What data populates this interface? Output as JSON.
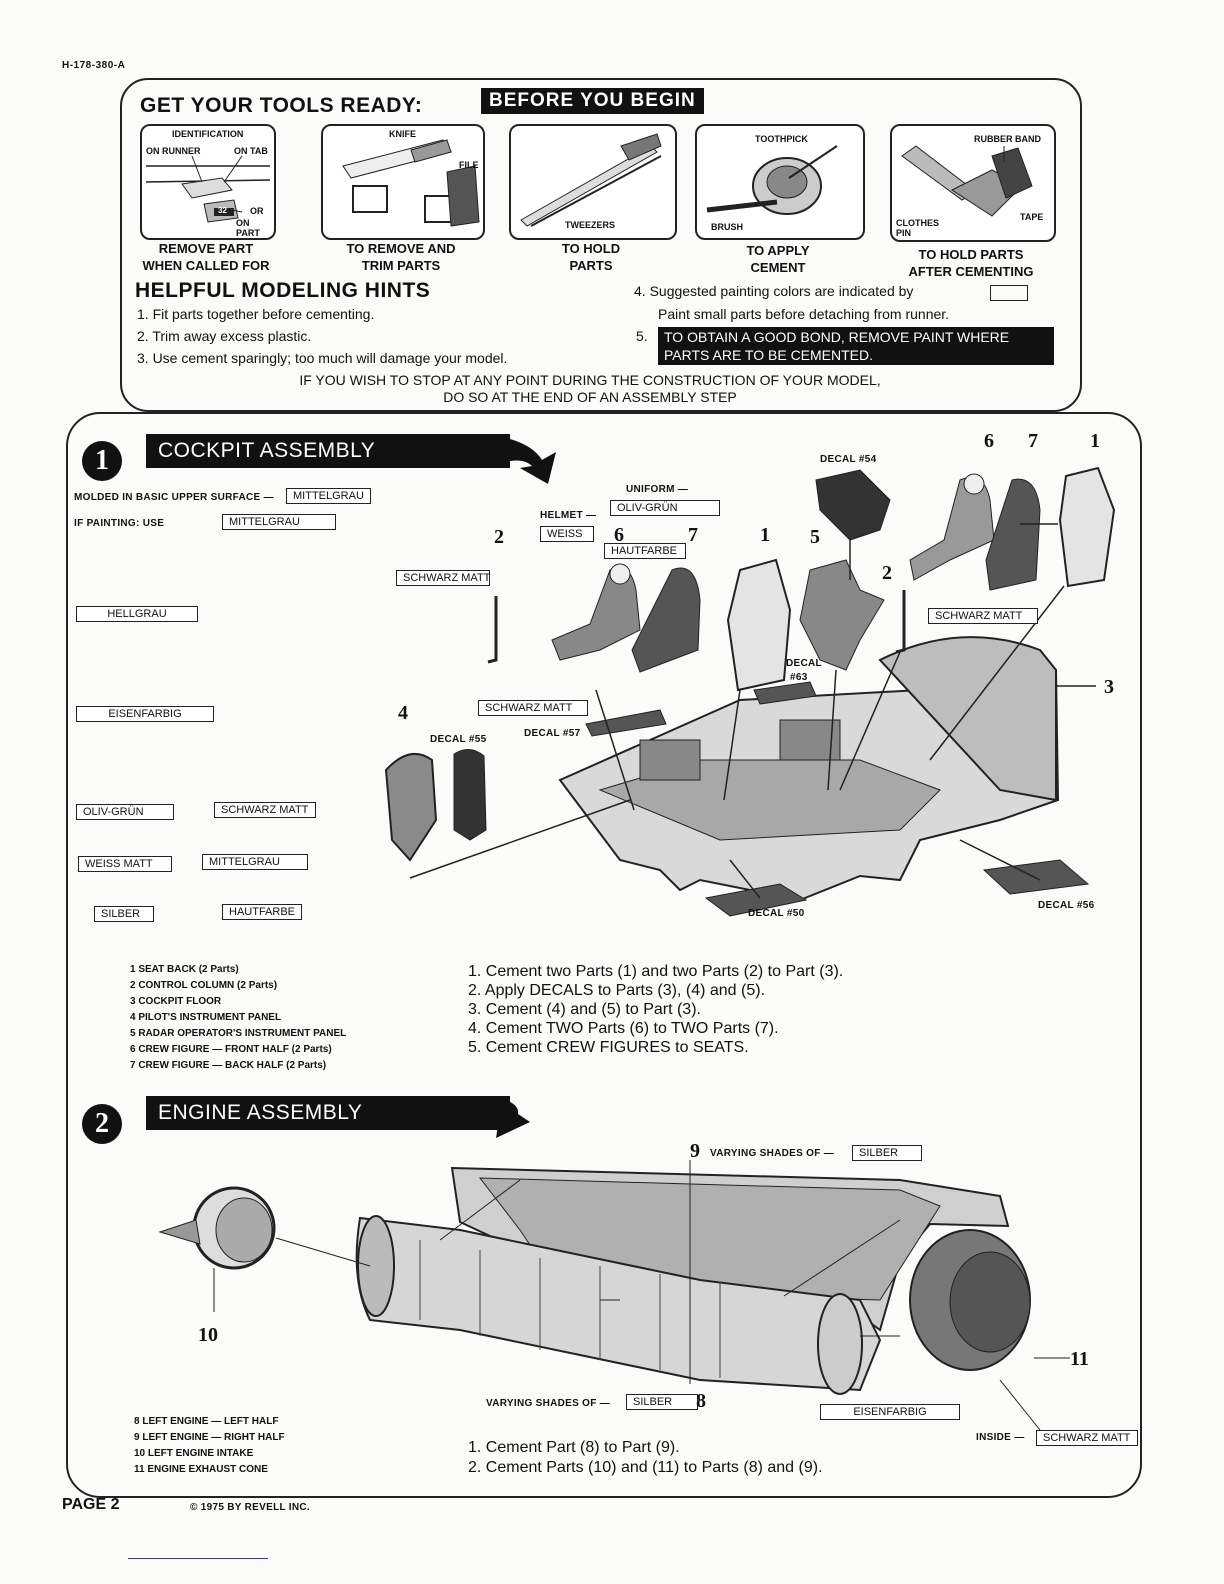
{
  "header": {
    "code": "H-178-380-A"
  },
  "tools": {
    "title": "GET YOUR TOOLS READY:",
    "banner": "BEFORE YOU BEGIN",
    "items": [
      {
        "labels": [
          "IDENTIFICATION",
          "ON RUNNER",
          "ON TAB",
          "OR",
          "ON PART"
        ],
        "caption": [
          "REMOVE PART",
          "WHEN CALLED FOR"
        ]
      },
      {
        "labels": [
          "KNIFE",
          "FILE"
        ],
        "caption": [
          "TO REMOVE AND",
          "TRIM PARTS"
        ]
      },
      {
        "labels": [
          "TWEEZERS"
        ],
        "caption": [
          "TO HOLD",
          "PARTS"
        ]
      },
      {
        "labels": [
          "TOOTHPICK",
          "BRUSH"
        ],
        "caption": [
          "TO APPLY",
          "CEMENT"
        ]
      },
      {
        "labels": [
          "RUBBER BAND",
          "CLOTHES PIN",
          "TAPE"
        ],
        "caption": [
          "TO HOLD PARTS",
          "AFTER CEMENTING"
        ]
      }
    ],
    "tab_number": "32"
  },
  "hints": {
    "title": "HELPFUL MODELING HINTS",
    "items": [
      "1. Fit parts together before cementing.",
      "2. Trim away excess plastic.",
      "3. Use cement sparingly; too much will damage your model.",
      "4. Suggested painting colors are indicated by",
      "Paint small parts before detaching from runner.",
      "5."
    ],
    "bond_line1": "TO OBTAIN A GOOD BOND, REMOVE PAINT WHERE",
    "bond_line2": "PARTS ARE TO BE CEMENTED.",
    "stop_line1": "IF YOU WISH TO STOP AT ANY POINT DURING THE CONSTRUCTION OF YOUR MODEL,",
    "stop_line2": "DO SO AT THE END OF AN ASSEMBLY STEP"
  },
  "step1": {
    "number": "1",
    "title": "COCKPIT ASSEMBLY",
    "molded_text": "MOLDED IN BASIC UPPER SURFACE —",
    "molded_color": "MITTELGRAU",
    "if_painting": "IF PAINTING: USE",
    "if_painting_color": "MITTELGRAU",
    "swatches": [
      "HELLGRAU",
      "EISENFARBIG",
      "OLIV-GRÜN",
      "SCHWARZ MATT",
      "WEISS MATT",
      "MITTELGRAU",
      "SILBER",
      "HAUTFARBE"
    ],
    "callouts": {
      "uniform": "UNIFORM —",
      "uniform_color": "OLIV-GRÜN",
      "helmet": "HELMET —",
      "helmet_color": "WEISS",
      "skin_color": "HAUTFARBE",
      "black1": "SCHWARZ MATT",
      "black2": "SCHWARZ MATT",
      "black3": "SCHWARZ MATT",
      "decal54": "DECAL #54",
      "decal63a": "DECAL",
      "decal63b": "#63",
      "decal55": "DECAL #55",
      "decal57": "DECAL #57",
      "decal50": "DECAL #50",
      "decal56": "DECAL #56"
    },
    "part_numbers": [
      "2",
      "6",
      "7",
      "1",
      "5",
      "4",
      "3",
      "6",
      "7",
      "1",
      "2"
    ],
    "parts_list": [
      "1   SEAT BACK (2 Parts)",
      "2   CONTROL COLUMN (2 Parts)",
      "3   COCKPIT FLOOR",
      "4   PILOT'S INSTRUMENT PANEL",
      "5   RADAR OPERATOR'S INSTRUMENT PANEL",
      "6   CREW FIGURE — FRONT HALF (2 Parts)",
      "7   CREW FIGURE — BACK HALF (2 Parts)"
    ],
    "instructions": [
      "1.  Cement two Parts (1) and two Parts (2) to Part (3).",
      "2.  Apply DECALS to Parts (3), (4) and (5).",
      "3.  Cement (4) and (5) to Part (3).",
      "4.  Cement TWO Parts (6) to TWO Parts (7).",
      "5.  Cement CREW FIGURES to SEATS."
    ]
  },
  "step2": {
    "number": "2",
    "title": "ENGINE ASSEMBLY",
    "callouts": {
      "part9": "9",
      "varying9": "VARYING SHADES OF —",
      "silber9": "SILBER",
      "part8": "8",
      "varying8": "VARYING SHADES OF —",
      "silber8": "SILBER",
      "part10": "10",
      "part11": "11",
      "eisen": "EISENFARBIG",
      "inside": "INSIDE —",
      "inside_color": "SCHWARZ MATT"
    },
    "parts_list": [
      "8   LEFT ENGINE — LEFT HALF",
      "9   LEFT ENGINE — RIGHT HALF",
      "10  LEFT ENGINE INTAKE",
      "11  ENGINE EXHAUST CONE"
    ],
    "instructions": [
      "1.  Cement Part (8) to Part (9).",
      "2.  Cement Parts (10) and (11) to Parts (8) and (9)."
    ]
  },
  "footer": {
    "page": "PAGE 2",
    "copyright": "© 1975 BY REVELL INC."
  }
}
